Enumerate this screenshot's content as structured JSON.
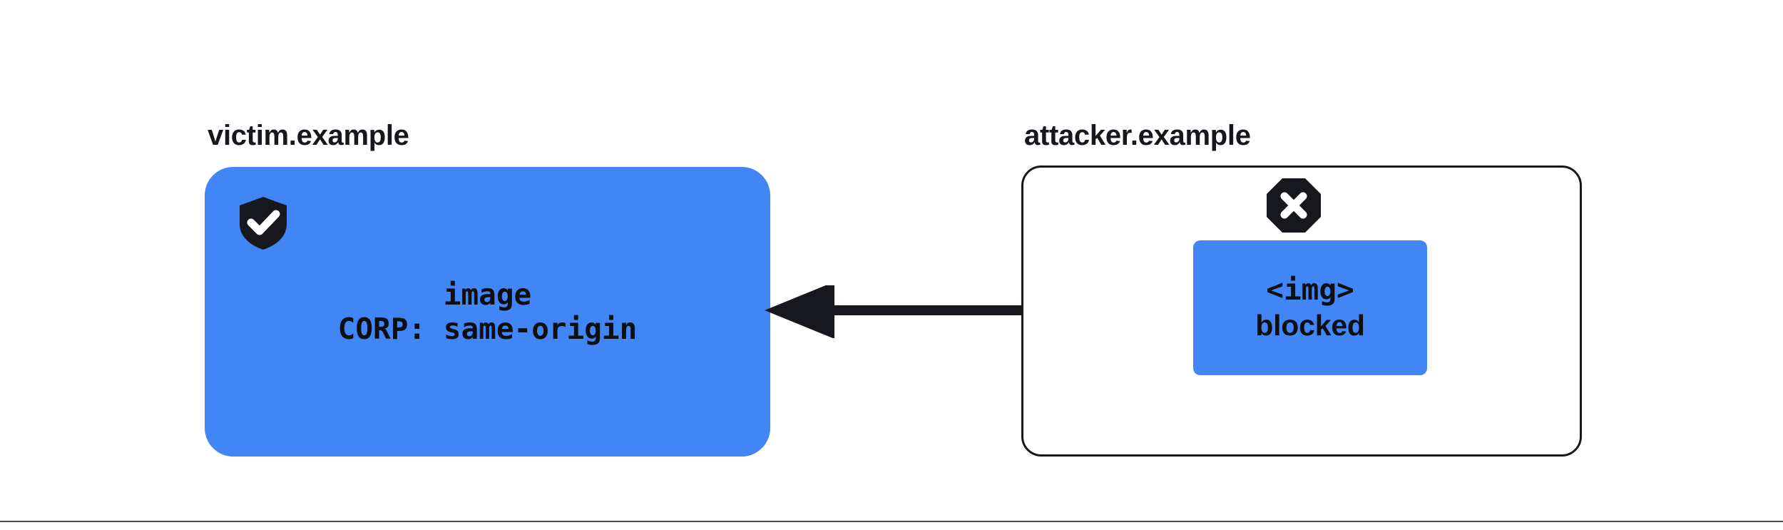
{
  "diagram": {
    "title": "CORP same-origin blocks cross-origin image embedding",
    "background_color": "#ffffff",
    "accent_color": "#4285f4",
    "ink_color": "#16181d"
  },
  "victim": {
    "label": "victim.example",
    "shield_icon": "shield-check-icon",
    "resource_line": "image",
    "header_line": "CORP: same-origin",
    "panel_fill": "#4285f4"
  },
  "attacker": {
    "label": "attacker.example",
    "stop_icon": "octagon-x-icon",
    "embed_tag": "<img>",
    "status": "blocked",
    "box_fill": "#4285f4",
    "panel_stroke": "#16181d"
  },
  "arrow": {
    "name": "cross-origin-request-arrow",
    "direction": "left",
    "color": "#16181d"
  },
  "footer": {
    "rule_color": "#4a4d55"
  }
}
